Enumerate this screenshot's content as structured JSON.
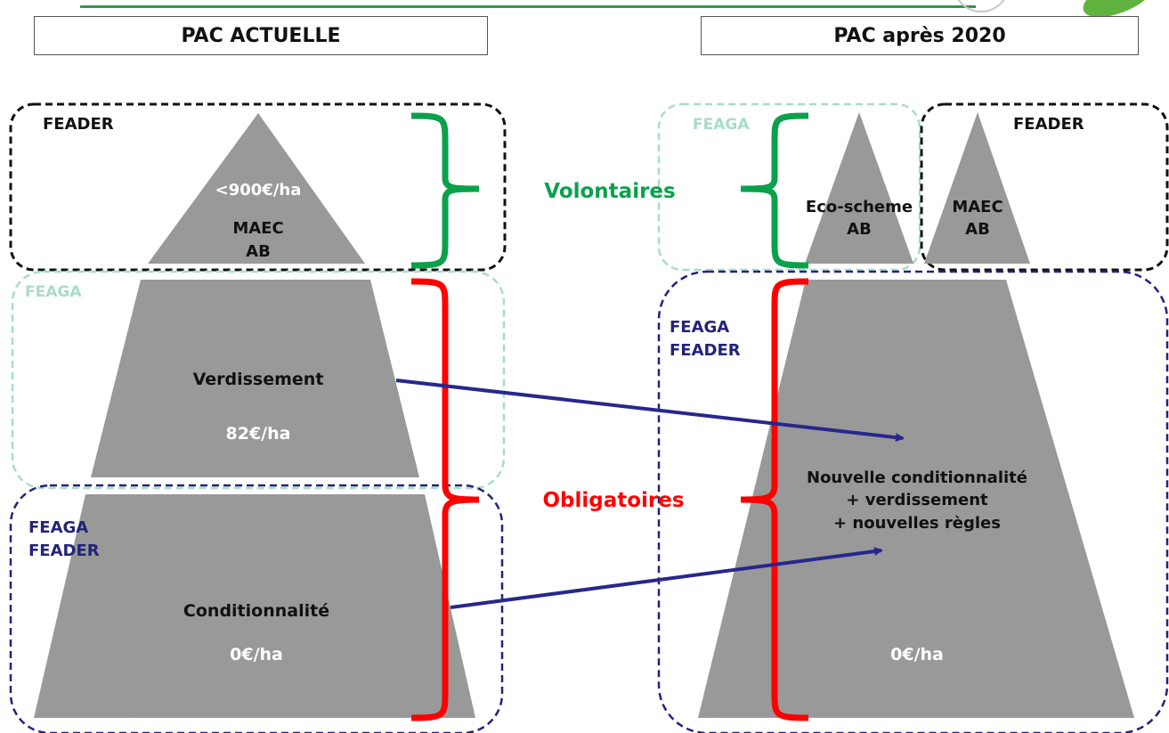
{
  "colors": {
    "pyramid": "#999999",
    "feader_border": "#111111",
    "feaga_border": "#a8dcc9",
    "mixed_border": "#23237a",
    "feaga_text": "#a8dcc9",
    "mixed_text": "#23237a",
    "voluntary": "#0aa14b",
    "mandatory": "#ff0000",
    "arrow": "#27278c",
    "header_rule": "#2e9a48"
  },
  "header": {
    "left_title": "PAC ACTUELLE",
    "right_title": "PAC après 2020"
  },
  "left": {
    "top_box_label": "FEADER",
    "top_price": "<900€/ha",
    "top_line1": "MAEC",
    "top_line2": "AB",
    "middle_box_label": "FEAGA",
    "middle_title": "Verdissement",
    "middle_price": "82€/ha",
    "bottom_box_label_1": "FEAGA",
    "bottom_box_label_2": "FEADER",
    "bottom_title": "Conditionnalité",
    "bottom_price": "0€/ha"
  },
  "right": {
    "feaga_box_label": "FEAGA",
    "feader_box_label": "FEADER",
    "eco_line1": "Eco-scheme",
    "eco_line2": "AB",
    "maec_line1": "MAEC",
    "maec_line2": "AB",
    "big_box_label_1": "FEAGA",
    "big_box_label_2": "FEADER",
    "big_line1": "Nouvelle conditionnalité",
    "big_line2": "+ verdissement",
    "big_line3": "+ nouvelles règles",
    "big_price": "0€/ha"
  },
  "middle": {
    "voluntary_label": "Volontaires",
    "mandatory_label": "Obligatoires"
  }
}
